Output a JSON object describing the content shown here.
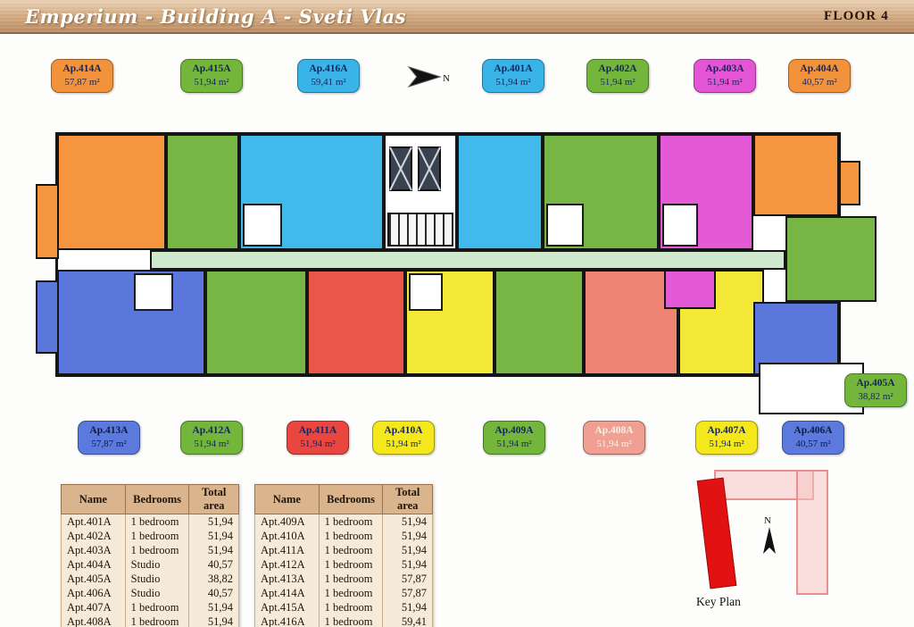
{
  "header": {
    "title": "Emperium - Building A - Sveti Vlas",
    "floor_label": "FLOOR 4"
  },
  "compass": {
    "label": "N"
  },
  "palette": {
    "header_tan": "#cfa87f",
    "orange": "#f2923b",
    "green": "#74b53c",
    "cyan": "#38b4e8",
    "magenta": "#e455d6",
    "blue": "#5c79de",
    "yellow": "#f4e81c",
    "red": "#e8463e",
    "salmon": "#efa093",
    "corridor_mint": "#cfe9cf",
    "keyplan_red": "#e21212",
    "keyplan_pink": "#e98f8f"
  },
  "badges_top": [
    {
      "name": "Ap.414A",
      "area": "57,87 m²",
      "color": "#f2923b"
    },
    {
      "name": "Ap.415A",
      "area": "51,94 m²",
      "color": "#74b53c"
    },
    {
      "name": "Ap.416A",
      "area": "59,41 m²",
      "color": "#38b4e8"
    },
    {
      "name": "Ap.401A",
      "area": "51,94 m²",
      "color": "#38b4e8"
    },
    {
      "name": "Ap.402A",
      "area": "51,94 m²",
      "color": "#74b53c"
    },
    {
      "name": "Ap.403A",
      "area": "51,94 m²",
      "color": "#e455d6"
    },
    {
      "name": "Ap.404A",
      "area": "40,57 m²",
      "color": "#f2923b"
    }
  ],
  "badges_bottom": [
    {
      "name": "Ap.413A",
      "area": "57,87 m²",
      "color": "#5c79de"
    },
    {
      "name": "Ap.412A",
      "area": "51,94 m²",
      "color": "#74b53c"
    },
    {
      "name": "Ap.411A",
      "area": "51,94 m²",
      "color": "#e8463e"
    },
    {
      "name": "Ap.410A",
      "area": "51,94 m²",
      "color": "#f4e81c"
    },
    {
      "name": "Ap.409A",
      "area": "51,94 m²",
      "color": "#74b53c"
    },
    {
      "name": "Ap.408A",
      "area": "51,94 m²",
      "color": "#efa093"
    },
    {
      "name": "Ap.407A",
      "area": "51,94 m²",
      "color": "#f4e81c"
    },
    {
      "name": "Ap.406A",
      "area": "40,57 m²",
      "color": "#5c79de"
    }
  ],
  "badge_405": {
    "name": "Ap.405A",
    "area": "38,82 m²",
    "color": "#74b53c"
  },
  "tables": [
    {
      "headers": [
        "Name",
        "Bedrooms",
        "Total area"
      ],
      "rows": [
        [
          "Apt.401A",
          "1 bedroom",
          "51,94"
        ],
        [
          "Apt.402A",
          "1 bedroom",
          "51,94"
        ],
        [
          "Apt.403A",
          "1 bedroom",
          "51,94"
        ],
        [
          "Apt.404A",
          "Studio",
          "40,57"
        ],
        [
          "Apt.405A",
          "Studio",
          "38,82"
        ],
        [
          "Apt.406A",
          "Studio",
          "40,57"
        ],
        [
          "Apt.407A",
          "1 bedroom",
          "51,94"
        ],
        [
          "Apt.408A",
          "1 bedroom",
          "51,94"
        ]
      ]
    },
    {
      "headers": [
        "Name",
        "Bedrooms",
        "Total area"
      ],
      "rows": [
        [
          "Apt.409A",
          "1 bedroom",
          "51,94"
        ],
        [
          "Apt.410A",
          "1 bedroom",
          "51,94"
        ],
        [
          "Apt.411A",
          "1 bedroom",
          "51,94"
        ],
        [
          "Apt.412A",
          "1 bedroom",
          "51,94"
        ],
        [
          "Apt.413A",
          "1 bedroom",
          "57,87"
        ],
        [
          "Apt.414A",
          "1 bedroom",
          "57,87"
        ],
        [
          "Apt.415A",
          "1 bedroom",
          "51,94"
        ],
        [
          "Apt.416A",
          "1 bedroom",
          "59,41"
        ]
      ]
    }
  ],
  "key_plan": {
    "label": "Key Plan",
    "compass": "N"
  }
}
